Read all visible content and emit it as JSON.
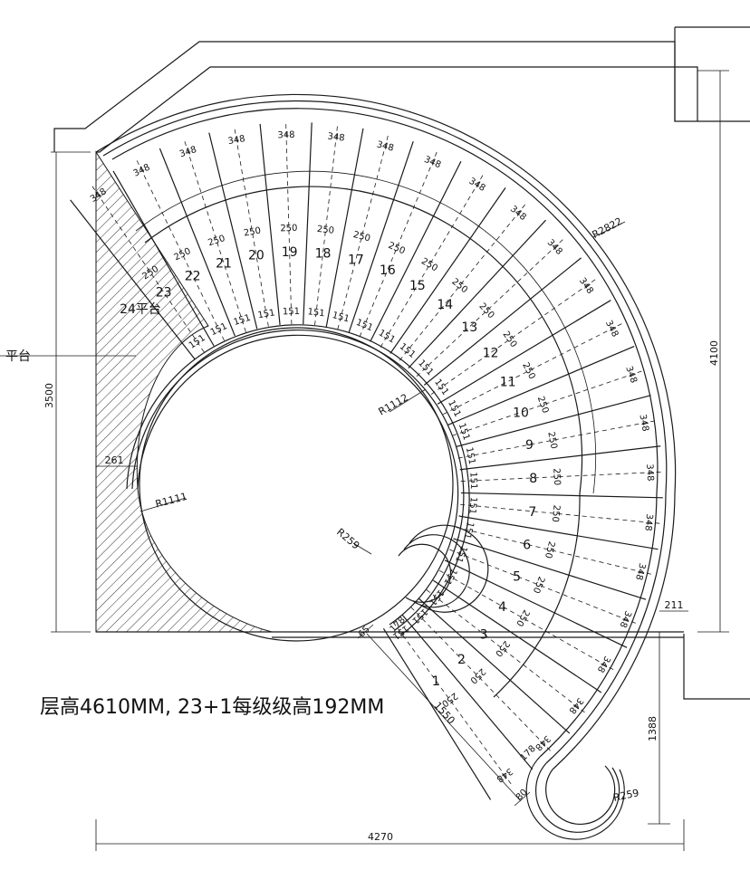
{
  "caption": "层高4610MM, 23+1每级级高192MM",
  "platform_label": "24平台",
  "side_label_partial": "平台",
  "step_numbers": [
    "1",
    "2",
    "3",
    "4",
    "5",
    "6",
    "7",
    "8",
    "9",
    "10",
    "11",
    "12",
    "13",
    "14",
    "15",
    "16",
    "17",
    "18",
    "19",
    "20",
    "21",
    "22",
    "23"
  ],
  "tread_outer": "348",
  "tread_mid": "250",
  "tread_inner": "151",
  "radius_labels": {
    "outer": "R2822",
    "well_outer": "R1112",
    "well_inner": "R1111",
    "scroll_left": "R259",
    "scroll_right": "R259"
  },
  "dimensions": {
    "overall_width": "4270",
    "height_left": "3500",
    "height_right": "4100",
    "bottom_extension": "1388",
    "landing_offset": "211",
    "wall_gap": "261",
    "diagonal_length": "1550",
    "diag_small_a": "178",
    "diag_small_b": "178",
    "diag_small_c": "80",
    "diag_small_d": "65"
  }
}
